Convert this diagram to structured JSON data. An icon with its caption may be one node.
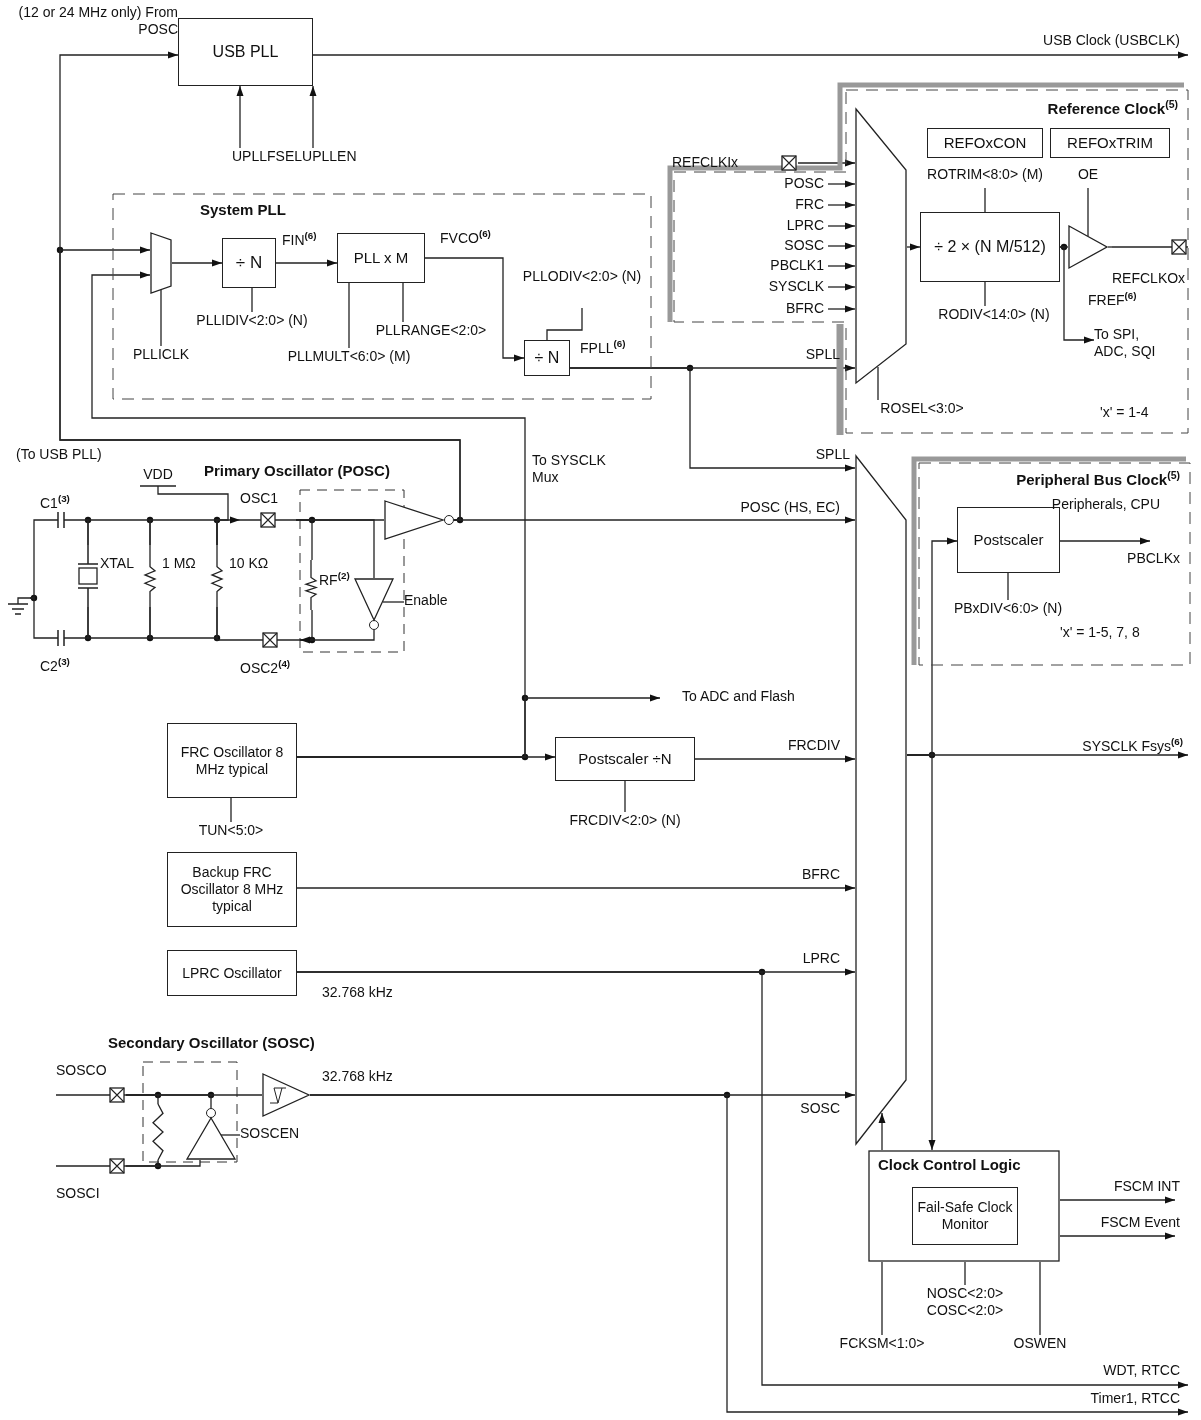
{
  "diagram": {
    "nodes": [
      {
        "text": [
          "USB PLL"
        ]
      },
      {
        "text": [
          "UPLLFSELUPLLEN"
        ]
      },
      {
        "text": [
          "System PLL"
        ]
      },
      {
        "text": [],
        "shape": "trapezoid",
        "in": 2
      },
      {
        "text": [
          "PLLICLK"
        ],
        "in": 2
      },
      {
        "text": [
          "÷ N"
        ],
        "in": 2
      },
      {
        "text": [
          "PLLIDIV<2:0> (N)"
        ],
        "in": 2
      },
      {
        "text": [
          "PLL x M"
        ],
        "in": 2
      },
      {
        "text": [
          "PLLMULT<6:0> (M)"
        ],
        "in": 2
      },
      {
        "text": [
          "PLLRANGE<2:0>"
        ],
        "in": 2
      },
      {
        "text": [
          "÷ N"
        ],
        "in": 2,
        "beside": [
          "FPLL$^{(6)}$"
        ]
      },
      {
        "text": [
          "PLLODIV<2:0> (N)"
        ],
        "in": 2
      },
      {
        "text": [
          "Reference Clock$^{(5)}$"
        ]
      },
      {
        "text": [
          "REFCLKIx"
        ],
        "in": 12
      },
      {
        "text": [],
        "shape": "trapezoid",
        "in": 12
      },
      {
        "text": [
          "ROSEL<3:0>"
        ],
        "in": 12
      },
      {
        "text": [
          "REFOxCON"
        ],
        "in": 12
      },
      {
        "text": [
          "REFOxTRIM"
        ],
        "in": 12
      },
      {
        "text": [
          "÷ 2 × (N M/512)"
        ],
        "in": 12
      },
      {
        "text": [
          "ROTRIM<8:0> (M)"
        ],
        "in": 12
      },
      {
        "text": [
          "RODIV<14:0> (N)"
        ],
        "in": 12
      },
      {
        "text": [],
        "shape": "triangle",
        "in": 12
      },
      {
        "text": [
          "OE"
        ],
        "in": 12
      },
      {
        "text": [
          "REFCLKOx"
        ],
        "in": 12
      },
      {
        "text": [
          "To SPI, ADC, SQI"
        ],
        "in": 12
      },
      {
        "text": [
          "Primary Oscillator (POSC)"
        ]
      },
      {
        "text": [
          "OSC1"
        ],
        "in": 25
      },
      {
        "text": [
          "OSC2$^{(4)}$"
        ],
        "in": 25
      },
      {
        "text": [
          "C1$^{(3)}$"
        ],
        "in": 25
      },
      {
        "text": [
          "C2$^{(3)}$"
        ],
        "in": 25
      },
      {
        "text": [
          "XTAL"
        ],
        "in": 25
      },
      {
        "text": [
          "1 MΩ"
        ],
        "in": 25
      },
      {
        "text": [
          "10 KΩ"
        ],
        "in": 25
      },
      {
        "text": [
          "VDD"
        ],
        "in": 25
      },
      {
        "text": [],
        "shape": "ground",
        "in": 25
      },
      {
        "text": [
          "RF$^{(2)}$"
        ],
        "in": 25
      },
      {
        "text": [],
        "shape": "triangle",
        "in": 25
      },
      {
        "text": [],
        "shape": "triangle",
        "in": 25
      },
      {
        "text": [
          "Enable"
        ],
        "in": 25
      },
      {
        "text": [],
        "shape": "trapezoid"
      },
      {
        "text": [
          "FRC Oscillator 8 MHz typical"
        ]
      },
      {
        "text": [
          "TUN<5:0>"
        ]
      },
      {
        "text": [
          "Postscaler ÷N"
        ]
      },
      {
        "text": [
          "FRCDIV<2:0> (N)"
        ]
      },
      {
        "text": [
          "Backup FRC Oscillator 8 MHz typical"
        ]
      },
      {
        "text": [
          "LPRC Oscillator"
        ],
        "beside": [
          "32.768 kHz"
        ]
      },
      {
        "text": [
          "Secondary Oscillator (SOSC)"
        ]
      },
      {
        "text": [
          "SOSCO"
        ],
        "in": 46
      },
      {
        "text": [
          "SOSCI"
        ],
        "in": 46
      },
      {
        "text": [],
        "shape": "resistor",
        "in": 46
      },
      {
        "text": [],
        "shape": "triangle",
        "in": 46
      },
      {
        "text": [
          "SOSCEN"
        ],
        "in": 46
      },
      {
        "text": [],
        "shape": "triangle",
        "in": 46,
        "beside": [
          "32.768 kHz"
        ]
      },
      {
        "text": [
          "Peripheral Bus Clock$^{(5)}$"
        ]
      },
      {
        "text": [
          "Postscaler"
        ],
        "in": 53
      },
      {
        "text": [
          "PBxDIV<6:0> (N)"
        ],
        "in": 53
      },
      {
        "text": [
          "Clock Control Logic"
        ]
      },
      {
        "text": [
          "Fail-Safe Clock Monitor"
        ],
        "in": 56
      },
      {
        "text": [
          "FCKSM<1:0>"
        ]
      },
      {
        "text": [
          "NOSC<2:0> COSC<2:0>"
        ]
      },
      {
        "text": [
          "OSWEN"
        ]
      }
    ],
    "edges": [
      {
        "from": 36,
        "to": 0,
        "arrow": "to",
        "label": "(12 or 24 MHz only) From POSC"
      },
      {
        "from": 0,
        "to": null,
        "arrow": "to",
        "label": "USB Clock (USBCLK)"
      },
      {
        "from": 1,
        "to": 0,
        "arrow": "to"
      },
      {
        "from": 1,
        "to": 0,
        "arrow": "to"
      },
      {
        "from": 36,
        "to": 3,
        "arrow": "to"
      },
      {
        "from": 40,
        "to": 3,
        "arrow": "to"
      },
      {
        "from": 4,
        "to": 3,
        "arrow": "none"
      },
      {
        "from": 3,
        "to": 5,
        "arrow": "to"
      },
      {
        "from": 6,
        "to": 5,
        "arrow": "none"
      },
      {
        "from": 5,
        "to": 7,
        "arrow": "to",
        "label": "FIN$^{(6)}$"
      },
      {
        "from": 8,
        "to": 7,
        "arrow": "none"
      },
      {
        "from": 9,
        "to": 7,
        "arrow": "none"
      },
      {
        "from": 7,
        "to": 10,
        "arrow": "to",
        "label": "FVCO$^{(6)}$"
      },
      {
        "from": 11,
        "to": 10,
        "arrow": "none"
      },
      {
        "from": 10,
        "to": 14,
        "arrow": "to",
        "label": "SPLL"
      },
      {
        "from": 10,
        "to": 39,
        "arrow": "to",
        "label": "SPLL"
      },
      {
        "from": 13,
        "to": 14,
        "arrow": "to"
      },
      {
        "from": null,
        "to": 14,
        "arrow": "to",
        "label": "POSC"
      },
      {
        "from": null,
        "to": 14,
        "arrow": "to",
        "label": "FRC"
      },
      {
        "from": null,
        "to": 14,
        "arrow": "to",
        "label": "LPRC"
      },
      {
        "from": null,
        "to": 14,
        "arrow": "to",
        "label": "SOSC"
      },
      {
        "from": null,
        "to": 14,
        "arrow": "to",
        "label": "PBCLK1"
      },
      {
        "from": null,
        "to": 14,
        "arrow": "to",
        "label": "SYSCLK"
      },
      {
        "from": null,
        "to": 14,
        "arrow": "to",
        "label": "BFRC"
      },
      {
        "from": 15,
        "to": 14,
        "arrow": "none"
      },
      {
        "from": 14,
        "to": 18,
        "arrow": "to"
      },
      {
        "from": 19,
        "to": 18,
        "arrow": "none"
      },
      {
        "from": 20,
        "to": 18,
        "arrow": "none"
      },
      {
        "from": 18,
        "to": 21,
        "arrow": "none"
      },
      {
        "from": 22,
        "to": 21,
        "arrow": "none"
      },
      {
        "from": 21,
        "to": 23,
        "arrow": "none"
      },
      {
        "from": 18,
        "to": 24,
        "arrow": "to"
      },
      {
        "from": 28,
        "to": 30,
        "arrow": "none"
      },
      {
        "from": 29,
        "to": 30,
        "arrow": "none"
      },
      {
        "from": 34,
        "to": 28,
        "arrow": "none"
      },
      {
        "from": 34,
        "to": 29,
        "arrow": "none"
      },
      {
        "from": 30,
        "to": 31,
        "arrow": "none"
      },
      {
        "from": 31,
        "to": 32,
        "arrow": "none"
      },
      {
        "from": 33,
        "to": 32,
        "arrow": "none"
      },
      {
        "from": 32,
        "to": 26,
        "arrow": "to"
      },
      {
        "from": 26,
        "to": 35,
        "arrow": "none"
      },
      {
        "from": 35,
        "to": 27,
        "arrow": "none"
      },
      {
        "from": 26,
        "to": 36,
        "arrow": "none"
      },
      {
        "from": 26,
        "to": 37,
        "arrow": "none"
      },
      {
        "from": 37,
        "to": 27,
        "arrow": "to"
      },
      {
        "from": 38,
        "to": 37,
        "arrow": "none"
      },
      {
        "from": 36,
        "to": 39,
        "arrow": "to",
        "label": "POSC (HS, EC)"
      },
      {
        "from": 40,
        "to": 42,
        "arrow": "to"
      },
      {
        "from": 40,
        "to": null,
        "arrow": "to",
        "label": "To ADC and Flash"
      },
      {
        "from": 41,
        "to": 40,
        "arrow": "none"
      },
      {
        "from": 42,
        "to": 39,
        "arrow": "to",
        "label": "FRCDIV"
      },
      {
        "from": 43,
        "to": 42,
        "arrow": "none"
      },
      {
        "from": 44,
        "to": 39,
        "arrow": "to",
        "label": "BFRC"
      },
      {
        "from": 45,
        "to": 39,
        "arrow": "to",
        "label": "LPRC"
      },
      {
        "from": 45,
        "to": null,
        "arrow": "to",
        "label": "WDT, RTCC"
      },
      {
        "from": 47,
        "to": 49,
        "arrow": "none"
      },
      {
        "from": 49,
        "to": 48,
        "arrow": "none"
      },
      {
        "from": 48,
        "to": 50,
        "arrow": "none"
      },
      {
        "from": 50,
        "to": 47,
        "arrow": "none"
      },
      {
        "from": 51,
        "to": 50,
        "arrow": "none"
      },
      {
        "from": 47,
        "to": 52,
        "arrow": "none"
      },
      {
        "from": 52,
        "to": 39,
        "arrow": "to",
        "label": "SOSC"
      },
      {
        "from": 52,
        "to": null,
        "arrow": "to",
        "label": "Timer1, RTCC"
      },
      {
        "from": 39,
        "to": 54,
        "arrow": "to"
      },
      {
        "from": 54,
        "to": null,
        "arrow": "to",
        "label": "PBCLKx"
      },
      {
        "from": 55,
        "to": 54,
        "arrow": "none"
      },
      {
        "from": 39,
        "to": null,
        "arrow": "to",
        "label": "SYSCLK Fsys$^{(6)}$"
      },
      {
        "from": 39,
        "to": 56,
        "arrow": "to"
      },
      {
        "from": 56,
        "to": 39,
        "arrow": "to"
      },
      {
        "from": 56,
        "to": null,
        "arrow": "to",
        "label": "FSCM INT"
      },
      {
        "from": 56,
        "to": null,
        "arrow": "to",
        "label": "FSCM Event"
      },
      {
        "from": 58,
        "to": 56,
        "arrow": "none"
      },
      {
        "from": 59,
        "to": 56,
        "arrow": "none"
      },
      {
        "from": 60,
        "to": 56,
        "arrow": "none"
      },
      {
        "from": 27,
        "to": 32,
        "arrow": "none"
      },
      {
        "from": 32,
        "to": 31,
        "arrow": "none"
      },
      {
        "from": 31,
        "to": 30,
        "arrow": "none"
      }
    ],
    "labels": [
      "(To USB PLL)",
      "To SYSCLK Mux",
      "FREF$^{(6)}$",
      "'x' = 1-4",
      "Peripherals, CPU",
      "'x' = 1-5, 7, 8"
    ]
  }
}
